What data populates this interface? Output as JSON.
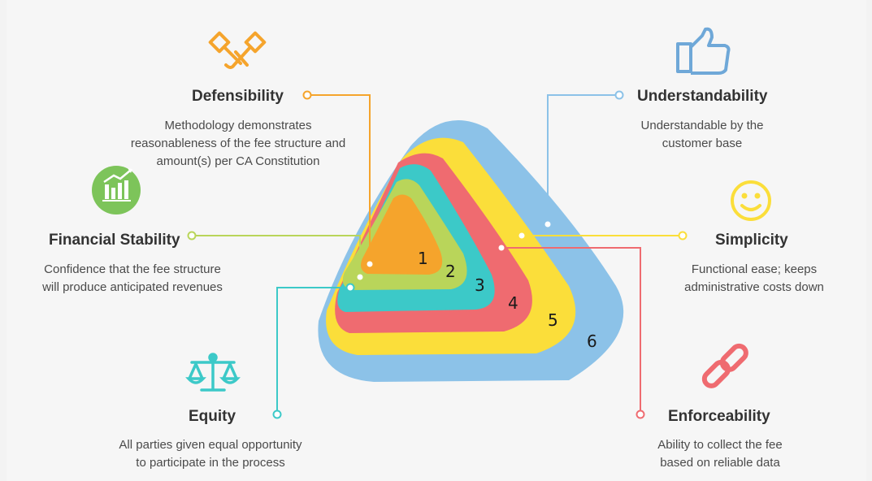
{
  "layers": [
    {
      "number": "1",
      "color": "#F5A42C"
    },
    {
      "number": "2",
      "color": "#B9D55A"
    },
    {
      "number": "3",
      "color": "#3CC9C8"
    },
    {
      "number": "4",
      "color": "#EF6B70"
    },
    {
      "number": "5",
      "color": "#FBDE3A"
    },
    {
      "number": "6",
      "color": "#8CC2E8"
    }
  ],
  "items": {
    "defensibility": {
      "title": "Defensibility",
      "description": "Methodology demonstrates reasonableness of the fee structure and amount(s) per CA Constitution",
      "color": "#F5A42C",
      "icon": "handshake-icon"
    },
    "financial_stability": {
      "title": "Financial Stability",
      "description": "Confidence that the fee structure will produce anticipated revenues",
      "color": "#B9D55A",
      "icon": "growth-chart-icon"
    },
    "equity": {
      "title": "Equity",
      "description": "All parties given equal opportunity to participate in the process",
      "color": "#3CC9C8",
      "icon": "scales-icon"
    },
    "understandability": {
      "title": "Understandability",
      "description": "Understandable by the customer base",
      "color": "#8CC2E8",
      "icon": "thumbs-up-icon"
    },
    "simplicity": {
      "title": "Simplicity",
      "description": "Functional ease; keeps administrative costs down",
      "color": "#FBDE3A",
      "icon": "smiley-icon"
    },
    "enforceability": {
      "title": "Enforceability",
      "description": "Ability to collect the fee based on reliable data",
      "color": "#EF6B70",
      "icon": "chain-link-icon"
    }
  }
}
